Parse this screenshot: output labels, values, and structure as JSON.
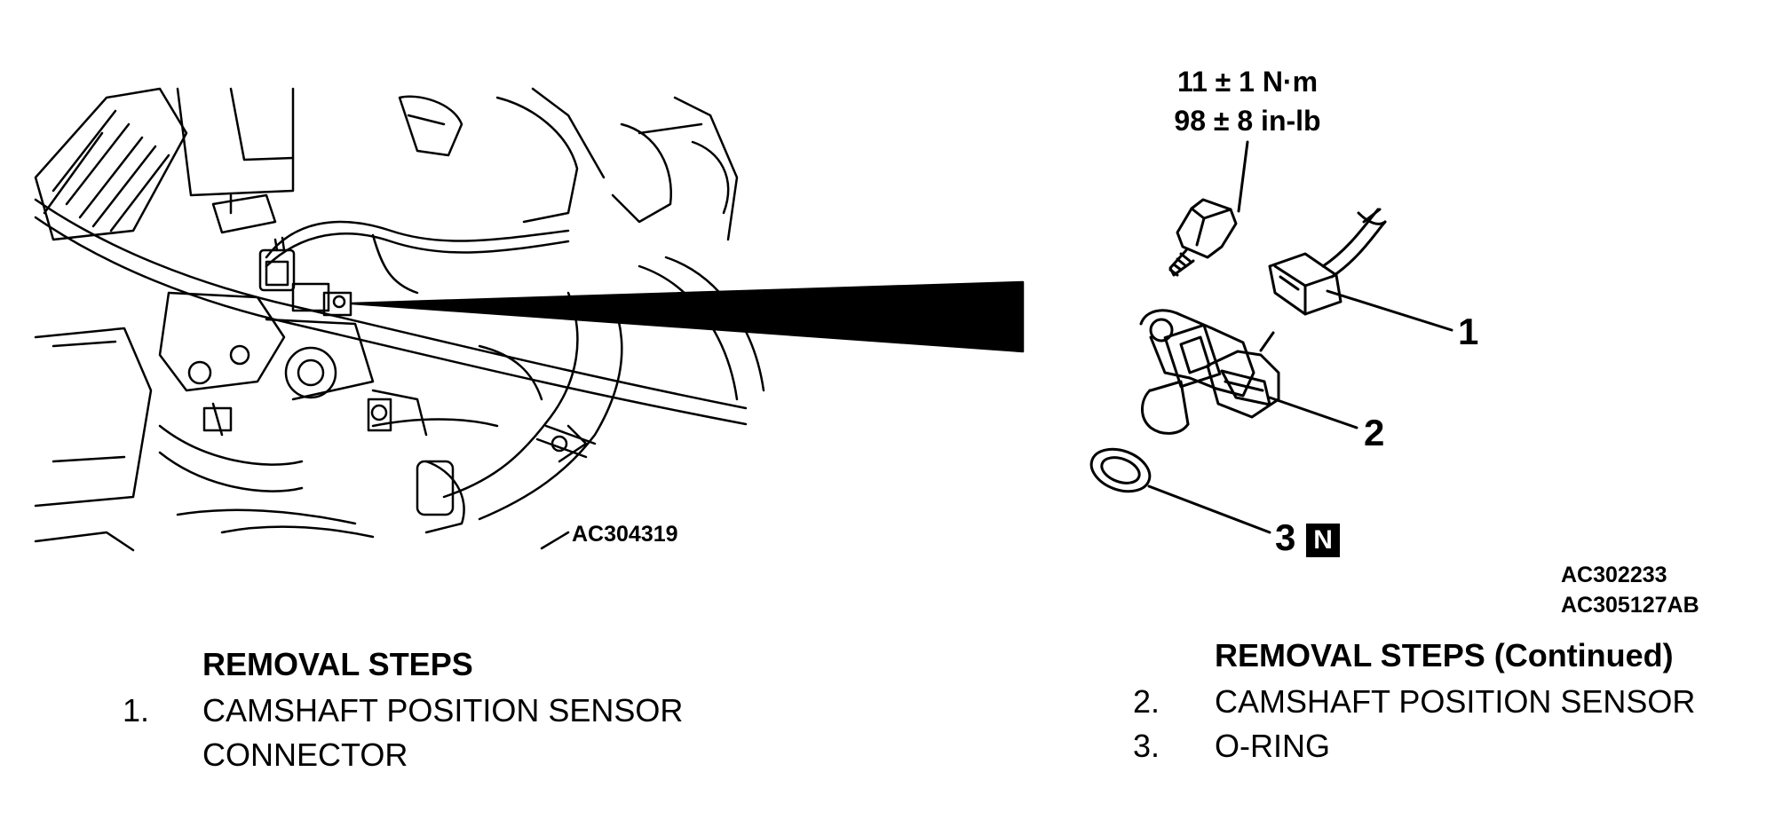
{
  "left_figure": {
    "code": "AC304319"
  },
  "right_figure": {
    "torque": {
      "metric": "11 ± 1 N·m",
      "imperial": "98 ± 8 in-lb"
    },
    "callouts": [
      "1",
      "2",
      "3"
    ],
    "new_part_marker": "N",
    "codes": [
      "AC302233",
      "AC305127AB"
    ]
  },
  "left_steps": {
    "heading": "REMOVAL STEPS",
    "items": [
      {
        "num": "1.",
        "lines": [
          "CAMSHAFT POSITION SENSOR",
          "CONNECTOR"
        ]
      }
    ]
  },
  "right_steps": {
    "heading": "REMOVAL STEPS (Continued)",
    "items": [
      {
        "num": "2.",
        "text": "CAMSHAFT POSITION SENSOR"
      },
      {
        "num": "3.",
        "text": "O-RING"
      }
    ]
  }
}
